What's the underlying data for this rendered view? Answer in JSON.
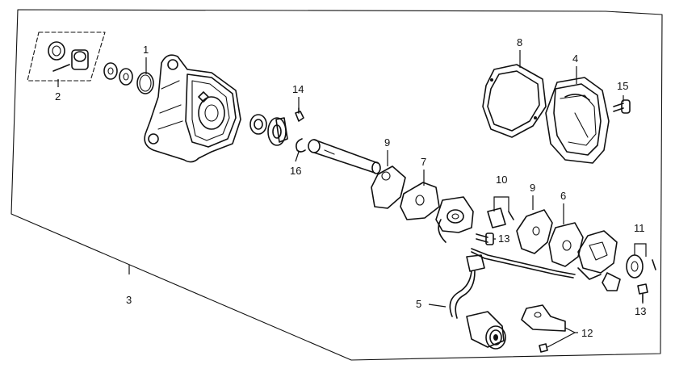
{
  "callouts": {
    "c1": "1",
    "c2": "2",
    "c3": "3",
    "c4": "4",
    "c5": "5",
    "c6": "6",
    "c7": "7",
    "c8": "8",
    "c9a": "9",
    "c9b": "9",
    "c10": "10",
    "c11": "11",
    "c12": "12",
    "c13a": "13",
    "c13b": "13",
    "c14": "14",
    "c15": "15",
    "c16": "16"
  }
}
